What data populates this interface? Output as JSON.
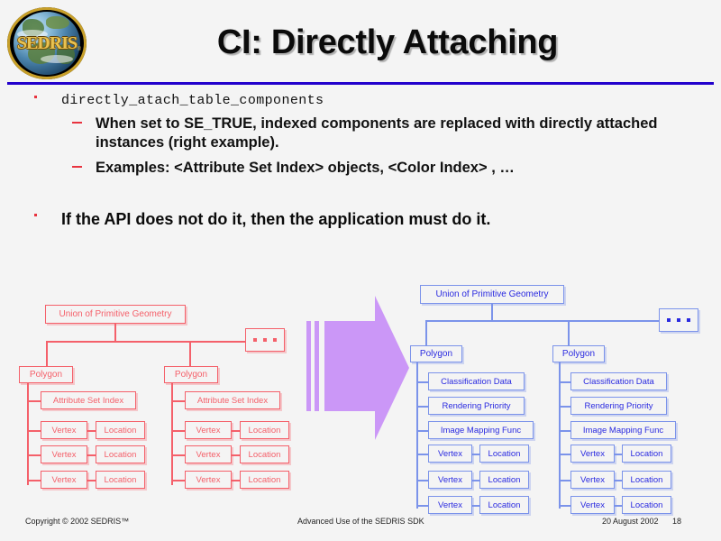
{
  "slide": {
    "title": "CI: Directly Attaching",
    "logo_word": "SEDRIS",
    "logo_tm": "®",
    "rule_color": "#2200cc",
    "background": "#f4f4f4"
  },
  "bullets": {
    "item1_code": "directly_atach_table_components",
    "sub1": "When set to SE_TRUE, indexed components are replaced with directly attached instances (right example).",
    "sub2": "Examples: <Attribute Set Index> objects, <Color Index> , …",
    "item2": "If the API does not do it, then the application must do it."
  },
  "diagram": {
    "arrow_color": "#cb97f7",
    "left": {
      "color": "#f4606a",
      "root": "Union of Primitive Geometry",
      "ellipsis": "...",
      "branches": [
        {
          "polygon": "Polygon",
          "children": [
            "Attribute Set Index"
          ],
          "vertices": [
            {
              "vertex": "Vertex",
              "location": "Location"
            },
            {
              "vertex": "Vertex",
              "location": "Location"
            },
            {
              "vertex": "Vertex",
              "location": "Location"
            }
          ]
        },
        {
          "polygon": "Polygon",
          "children": [
            "Attribute Set Index"
          ],
          "vertices": [
            {
              "vertex": "Vertex",
              "location": "Location"
            },
            {
              "vertex": "Vertex",
              "location": "Location"
            },
            {
              "vertex": "Vertex",
              "location": "Location"
            }
          ]
        }
      ]
    },
    "right": {
      "color": "#2a2ae0",
      "root": "Union of Primitive Geometry",
      "ellipsis": "...",
      "branches": [
        {
          "polygon": "Polygon",
          "children": [
            "Classification Data",
            "Rendering Priority",
            "Image Mapping Func"
          ],
          "vertices": [
            {
              "vertex": "Vertex",
              "location": "Location"
            },
            {
              "vertex": "Vertex",
              "location": "Location"
            },
            {
              "vertex": "Vertex",
              "location": "Location"
            }
          ]
        },
        {
          "polygon": "Polygon",
          "children": [
            "Classification Data",
            "Rendering Priority",
            "Image Mapping Func"
          ],
          "vertices": [
            {
              "vertex": "Vertex",
              "location": "Location"
            },
            {
              "vertex": "Vertex",
              "location": "Location"
            },
            {
              "vertex": "Vertex",
              "location": "Location"
            }
          ]
        }
      ]
    }
  },
  "footer": {
    "copyright": "Copyright © 2002 SEDRIS™",
    "center": "Advanced Use of the SEDRIS SDK",
    "date": "20 August 2002",
    "page": "18"
  }
}
